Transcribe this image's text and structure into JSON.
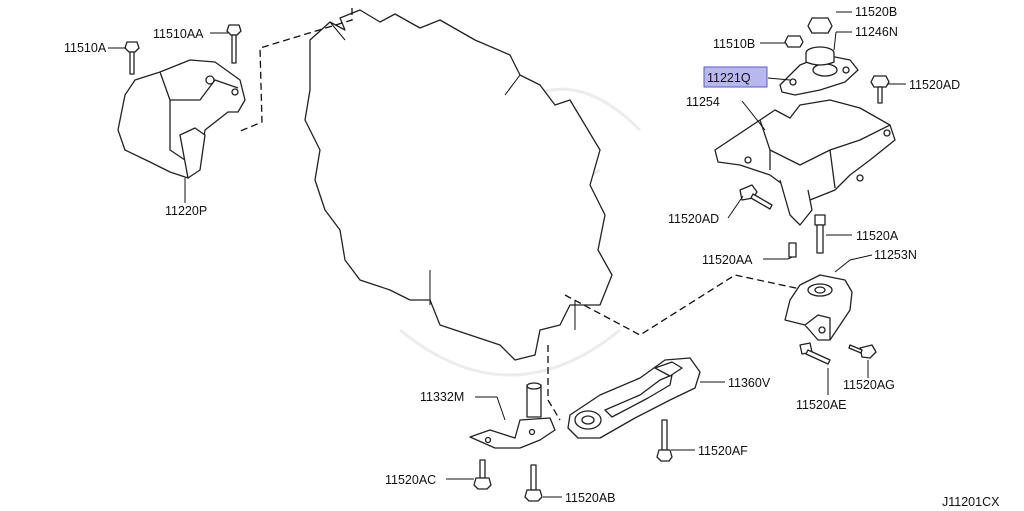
{
  "diagram_id": "J11201CX",
  "highlighted_part": "11221Q",
  "highlight_color": "#b8b8ee",
  "parts": {
    "p11510A": "11510A",
    "p11510AA": "11510AA",
    "p11220P": "11220P",
    "p11520B": "11520B",
    "p11246N": "11246N",
    "p11510B": "11510B",
    "p11221Q": "11221Q",
    "p11520AD_top": "11520AD",
    "p11254": "11254",
    "p11520AD_left": "11520AD",
    "p11520A": "11520A",
    "p11520AA": "11520AA",
    "p11253N": "11253N",
    "p11360V": "11360V",
    "p11520AE": "11520AE",
    "p11520AG": "11520AG",
    "p11332M": "11332M",
    "p11520AF": "11520AF",
    "p11520AC": "11520AC",
    "p11520AB": "11520AB"
  }
}
